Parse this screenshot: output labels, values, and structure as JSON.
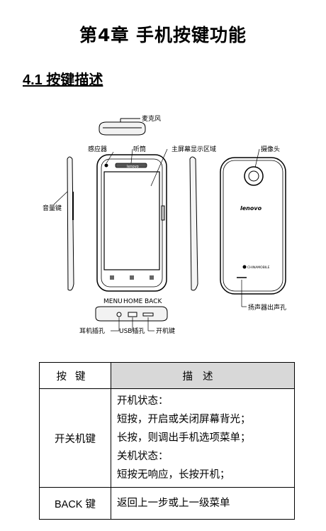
{
  "chapter_title": "第4章  手机按键功能",
  "section_title": "4.1  按键描述",
  "diagram_labels": {
    "microphone": "麦克风",
    "sensor": "感应器",
    "earpiece": "听筒",
    "main_screen": "主屏幕显示区域",
    "camera": "摄像头",
    "volume": "音量键",
    "menu": "MENU",
    "home": "HOME",
    "back": "BACK",
    "speaker": "扬声器出声孔",
    "headset_jack": "耳机插孔",
    "usb_jack": "USB插孔",
    "power_key": "开机键",
    "front_brand": "lenovo",
    "back_brand": "lenovo",
    "carrier": "CHINAMOBILE"
  },
  "table": {
    "header_key": "按键",
    "header_desc": "描述",
    "rows": [
      {
        "key": "开关机键",
        "lines": [
          "开机状态：",
          "短按，开启或关闭屏幕背光；",
          "长按，则调出手机选项菜单；",
          "关机状态：",
          "短按无响应，长按开机；"
        ]
      },
      {
        "key": "BACK 键",
        "lines": [
          "返回上一步或上一级菜单"
        ]
      }
    ]
  }
}
